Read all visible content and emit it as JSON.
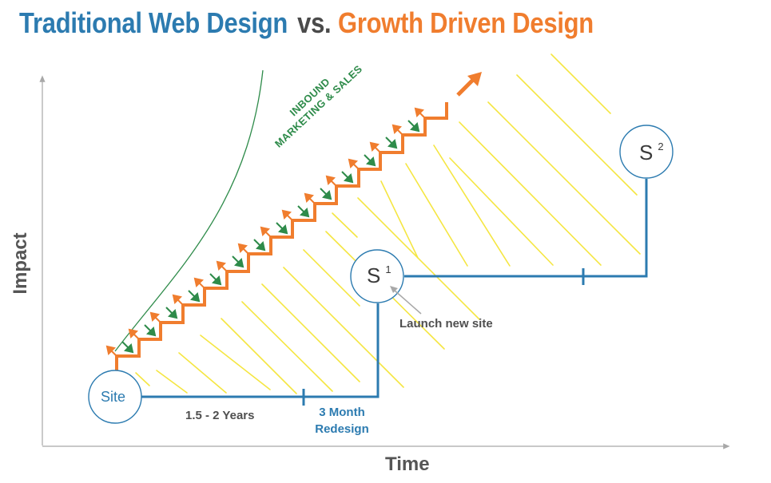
{
  "title": {
    "left": "Traditional Web Design",
    "vs": "vs.",
    "right": "Growth Driven Design"
  },
  "colors": {
    "traditional_blue": "#2c7bb0",
    "growth_orange": "#f07d2e",
    "inbound_green": "#2e8b4a",
    "hatch_yellow": "#f5e642",
    "axis_gray": "#a8a8a8",
    "text_gray": "#4f4f4f"
  },
  "axes": {
    "y_label": "Impact",
    "x_label": "Time"
  },
  "nodes": {
    "site": {
      "label": "Site"
    },
    "s1": {
      "label": "S",
      "superscript": "1"
    },
    "s2": {
      "label": "S",
      "superscript": "2"
    }
  },
  "annotations": {
    "duration": "1.5 - 2 Years",
    "redesign": "3 Month Redesign",
    "launch": "Launch new site",
    "inbound_line1": "INBOUND",
    "inbound_line2": "MARKETING & SALES"
  },
  "staircase": {
    "start": [
      146,
      468
    ],
    "step_width": 27.5,
    "step_height": 21.3,
    "steps": 15,
    "end_top": [
      559,
      128
    ],
    "growth_arrow": {
      "from": [
        573,
        118
      ],
      "to": [
        602,
        91
      ]
    }
  }
}
